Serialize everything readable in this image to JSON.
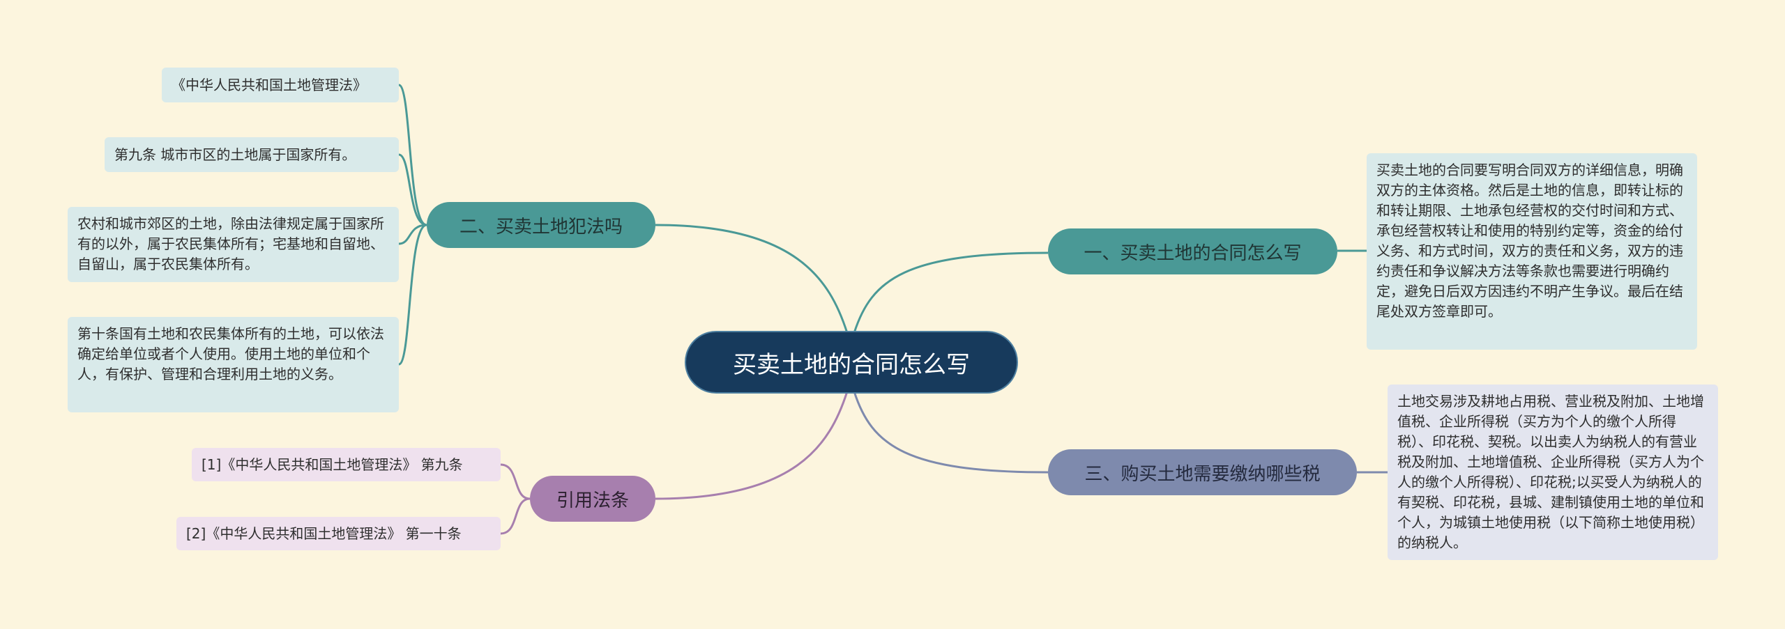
{
  "root": {
    "title": "买卖土地的合同怎么写"
  },
  "branches": [
    {
      "label": "一、买卖土地的合同怎么写",
      "color": "#4a9996",
      "leaves": [
        "买卖土地的合同要写明合同双方的详细信息，明确双方的主体资格。然后是土地的信息，即转让标的和转让期限、土地承包经营权的交付时间和方式、承包经营权转让和使用的特别约定等，资金的给付义务、和方式时间，双方的责任和义务，双方的违约责任和争议解决方法等条款也需要进行明确约定，避免日后双方因违约不明产生争议。最后在结尾处双方签章即可。"
      ]
    },
    {
      "label": "三、购买土地需要缴纳哪些税",
      "color": "#7e8aad",
      "leaves": [
        "土地交易涉及耕地占用税、营业税及附加、土地增值税、企业所得税（买方为个人的缴个人所得税）、印花税、契税。以出卖人为纳税人的有营业税及附加、土地增值税、企业所得税（买方人为个人的缴个人所得税）、印花税;以买受人为纳税人的有契税、印花税，县城、建制镇使用土地的单位和个人，为城镇土地使用税（以下简称土地使用税）的纳税人。"
      ]
    },
    {
      "label": "二、买卖土地犯法吗",
      "color": "#4a9996",
      "leaves": [
        "《中华人民共和国土地管理法》",
        "第九条  城市市区的土地属于国家所有。",
        "农村和城市郊区的土地，除由法律规定属于国家所有的以外，属于农民集体所有；宅基地和自留地、自留山，属于农民集体所有。",
        "第十条国有土地和农民集体所有的土地，可以依法确定给单位或者个人使用。使用土地的单位和个人，有保护、管理和合理利用土地的义务。"
      ]
    },
    {
      "label": "引用法条",
      "color": "#a77fae",
      "leaves": [
        "[1]《中华人民共和国土地管理法》 第九条",
        "[2]《中华人民共和国土地管理法》 第一十条"
      ]
    }
  ]
}
